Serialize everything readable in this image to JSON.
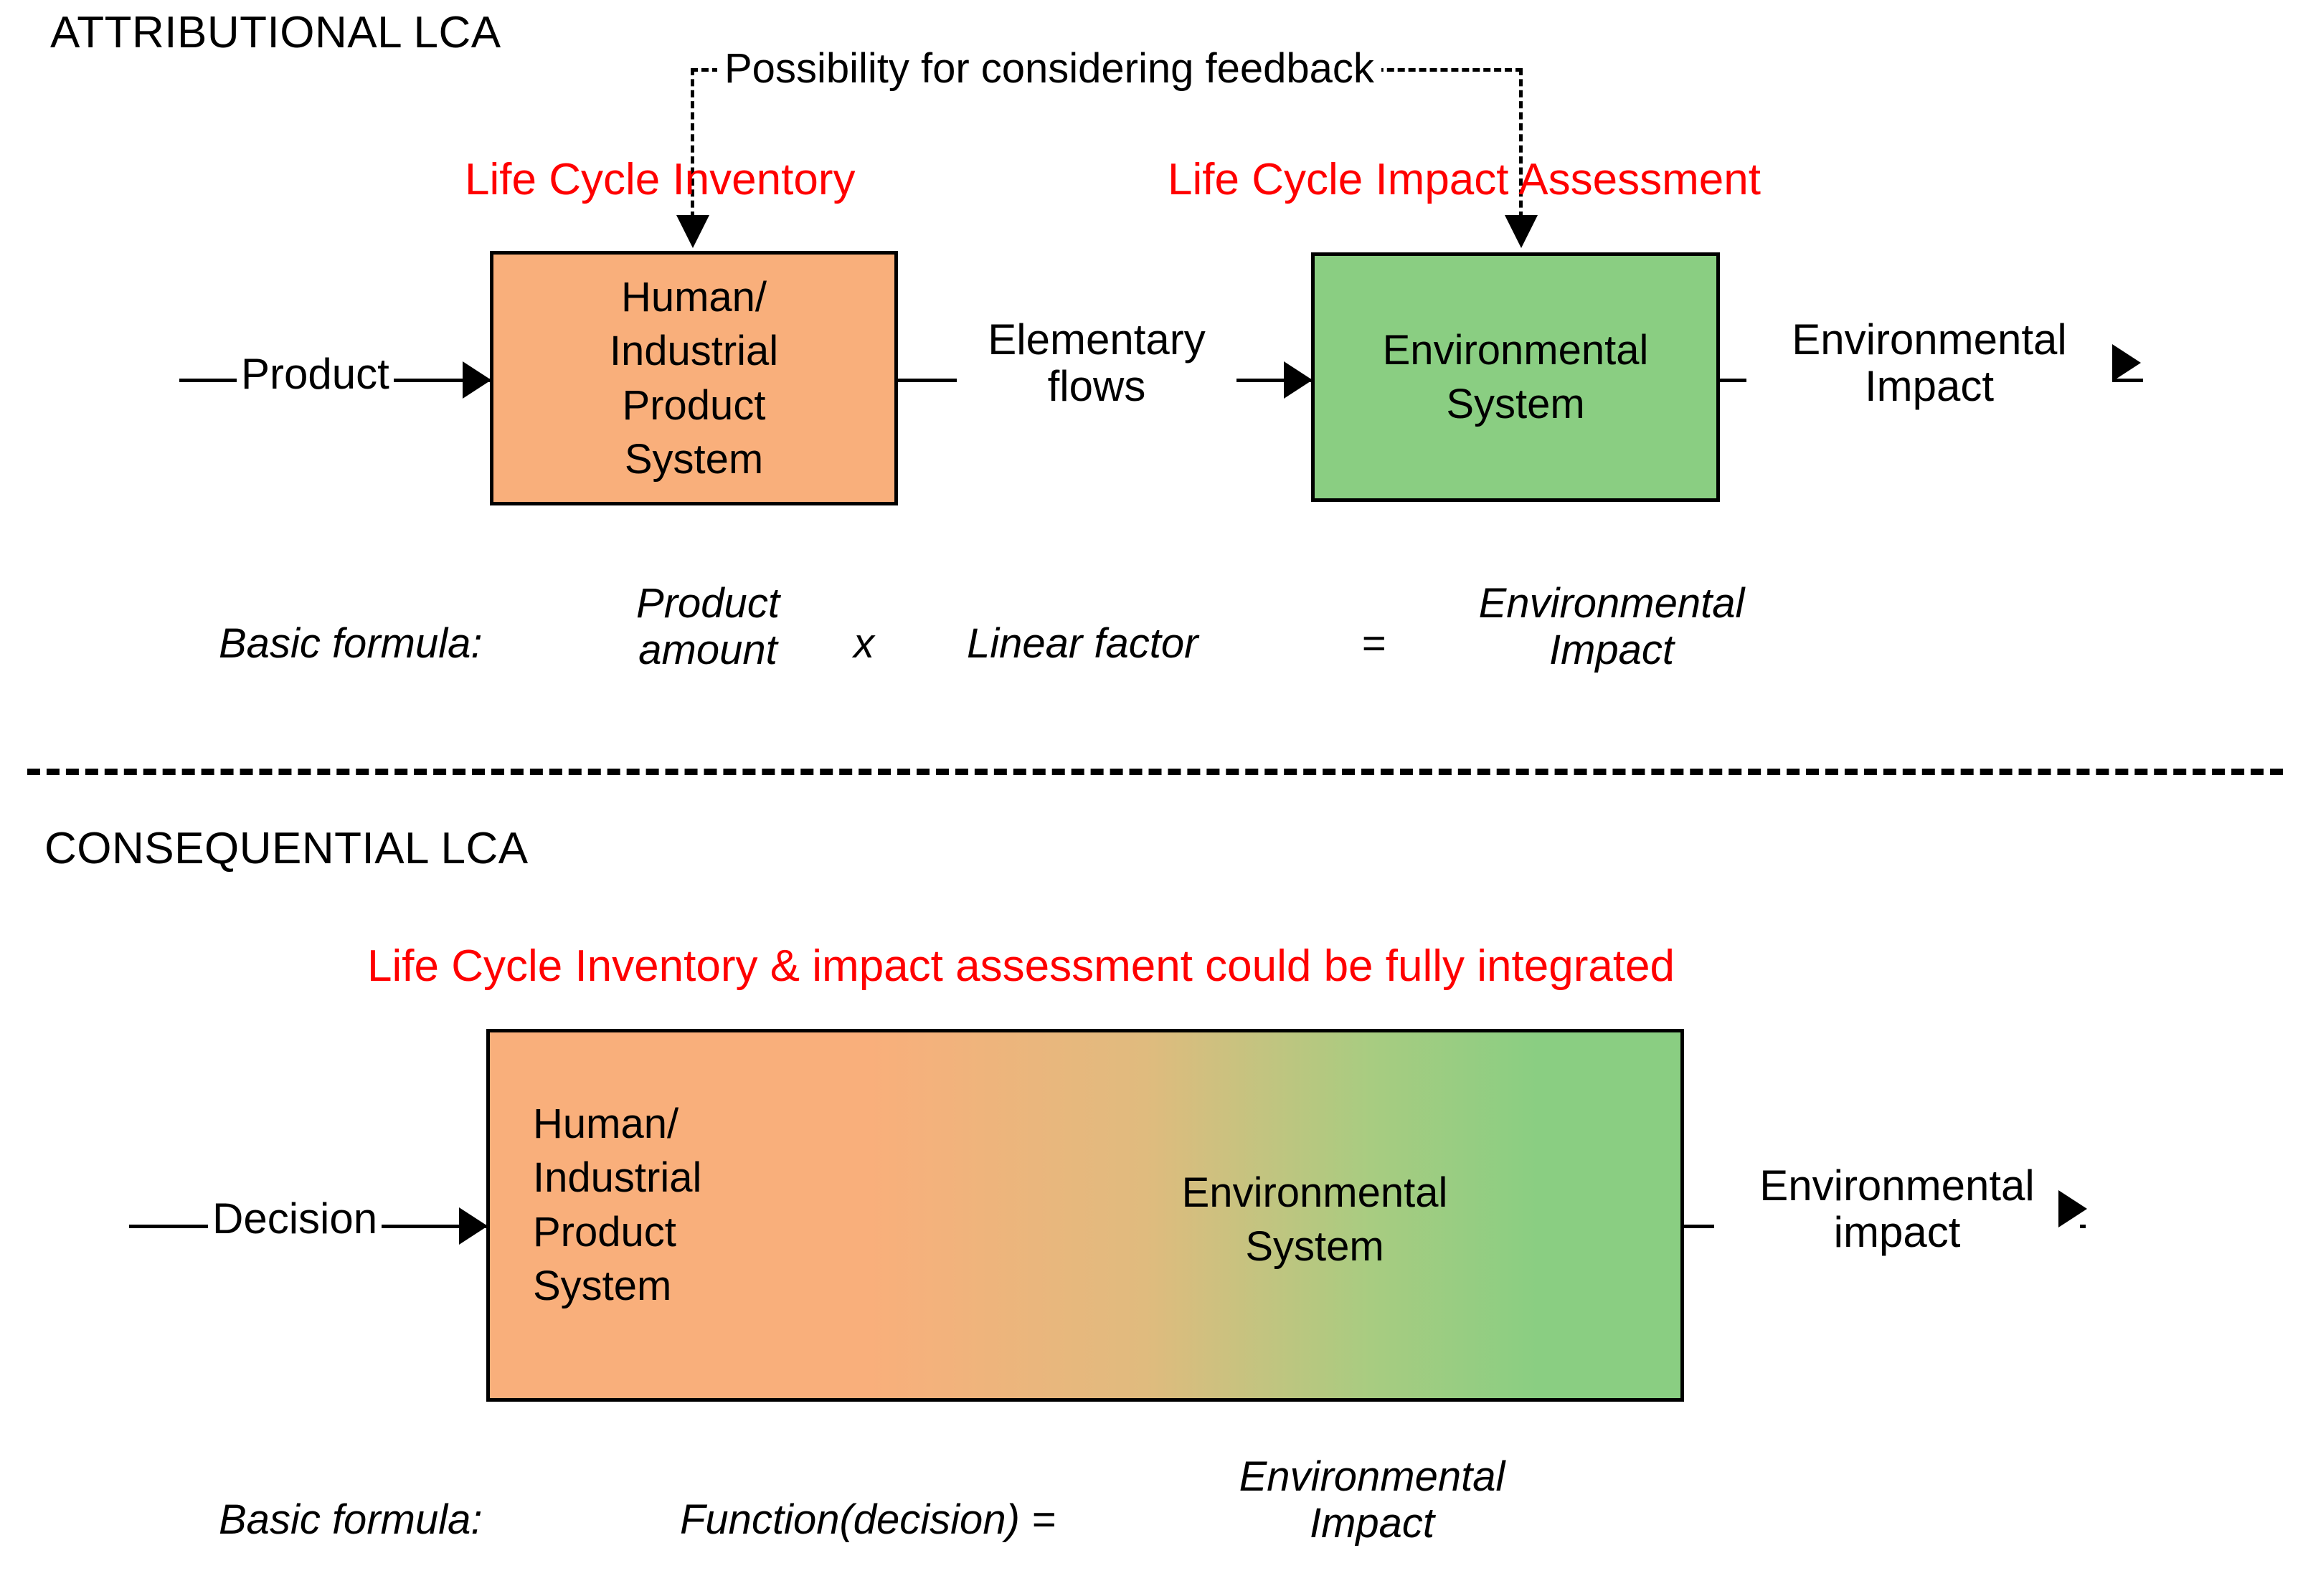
{
  "diagram": {
    "title_attributional": "ATTRIBUTIONAL LCA",
    "title_consequential": "CONSEQUENTIAL LCA",
    "colors": {
      "orange": "#f9af7b",
      "green": "#8ace82",
      "red": "#ff0000",
      "black": "#000000",
      "background": "#ffffff"
    }
  },
  "attributional": {
    "feedback_note": "Possibility for considering feedback",
    "phase_lci": "Life Cycle Inventory",
    "phase_lcia": "Life Cycle Impact Assessment",
    "input_label": "Product",
    "box_product_system": "Human/\nIndustrial\nProduct\nSystem",
    "box_product_system_lines": [
      "Human/",
      "Industrial",
      "Product",
      "System"
    ],
    "mid_label_lines": [
      "Elementary",
      "flows"
    ],
    "box_environmental": "Environmental\nSystem",
    "box_environmental_lines": [
      "Environmental",
      "System"
    ],
    "output_label_lines": [
      "Environmental",
      "Impact"
    ],
    "formula": {
      "prefix": "Basic formula:",
      "term1_lines": [
        "Product",
        "amount"
      ],
      "operator": "x",
      "term2": "Linear factor",
      "equals": "=",
      "result_lines": [
        "Environmental",
        "Impact"
      ]
    }
  },
  "consequential": {
    "phase_integrated": "Life Cycle Inventory & impact assessment could be fully integrated",
    "input_label": "Decision",
    "box_left_lines": [
      "Human/",
      "Industrial",
      "Product",
      "System"
    ],
    "box_right_lines": [
      "Environmental",
      "System"
    ],
    "output_label_lines": [
      "Environmental",
      "impact"
    ],
    "formula": {
      "prefix": "Basic formula:",
      "expression": "Function(decision) =",
      "result_lines": [
        "Environmental",
        "Impact"
      ]
    }
  }
}
